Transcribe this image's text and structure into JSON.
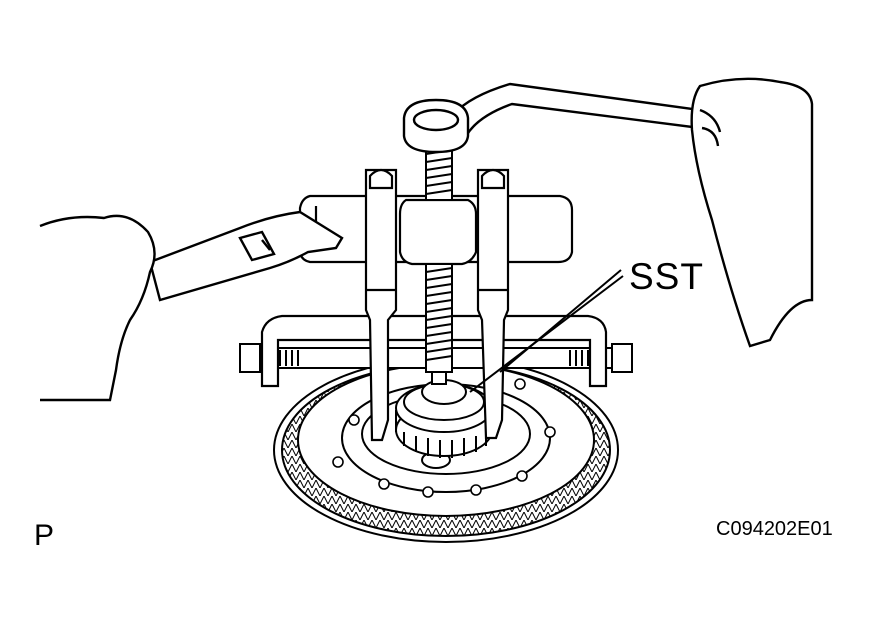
{
  "labels": {
    "callout": "SST",
    "corner_mark": "P",
    "figure_code": "C094202E01"
  },
  "colors": {
    "line": "#000000",
    "fill": "#ffffff"
  }
}
